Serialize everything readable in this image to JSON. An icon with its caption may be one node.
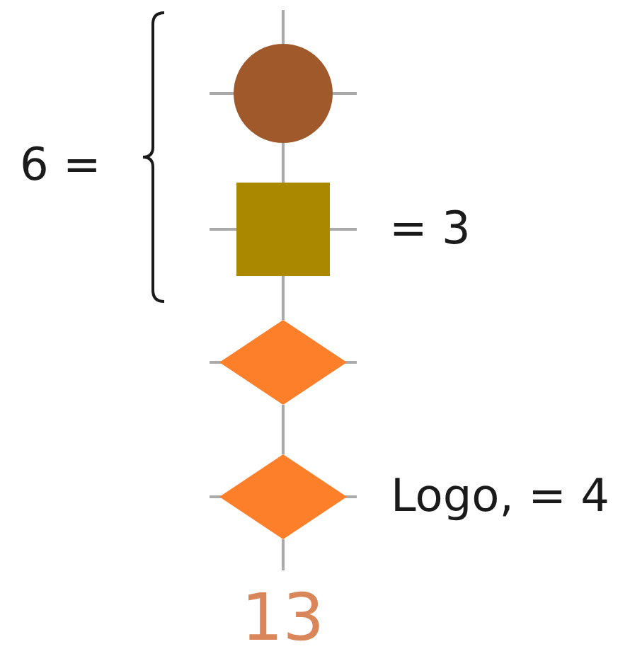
{
  "diagram": {
    "nodes": [
      {
        "text": [],
        "shape": "circle"
      },
      {
        "text": [],
        "shape": "box",
        "beside": [
          "= 3"
        ]
      },
      {
        "text": [],
        "shape": "diamond"
      },
      {
        "text": [],
        "shape": "diamond",
        "beside": [
          "Logo, = 4"
        ]
      }
    ],
    "edges": [
      {
        "from": null,
        "to": 0,
        "arrow": "none"
      },
      {
        "from": 0,
        "to": 1,
        "arrow": "none"
      },
      {
        "from": 1,
        "to": 2,
        "arrow": "none"
      },
      {
        "from": 2,
        "to": 3,
        "arrow": "none"
      },
      {
        "from": 3,
        "to": null,
        "arrow": "none"
      }
    ],
    "labels": [
      "6 =",
      "13"
    ]
  }
}
